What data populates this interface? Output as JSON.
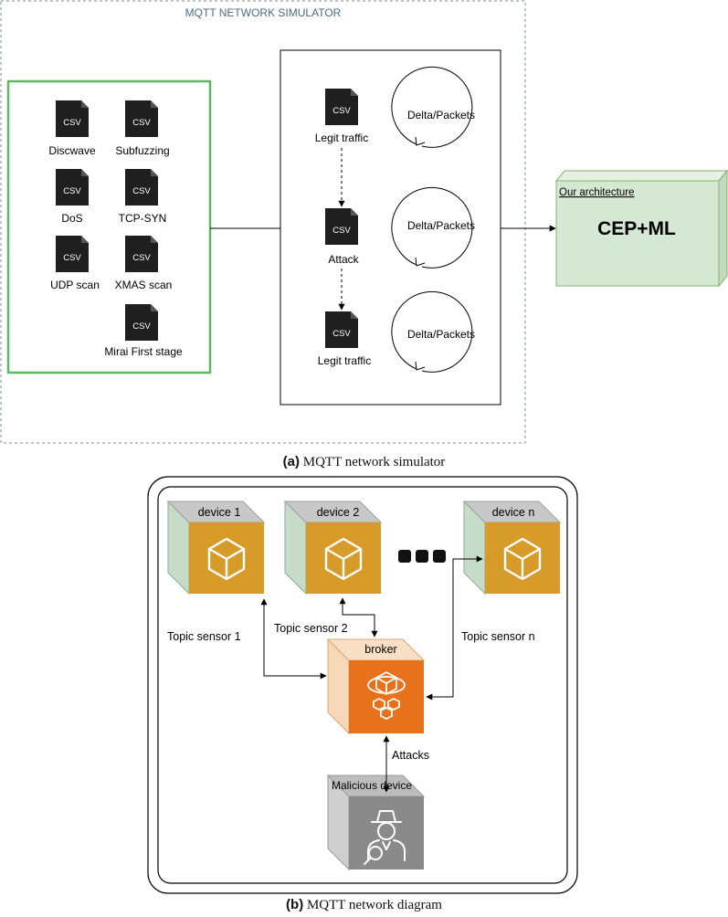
{
  "simulator": {
    "title": "MQTT NETWORK SIMULATOR",
    "file_icon_text": "CSV",
    "datasets": [
      "Discwave",
      "Subfuzzing",
      "DoS",
      "TCP-SYN",
      "UDP scan",
      "XMAS scan",
      "Mirai First stage"
    ],
    "sequence": [
      {
        "label": "Legit traffic",
        "loop": "Delta/Packets"
      },
      {
        "label": "Attack",
        "loop": "Delta/Packets"
      },
      {
        "label": "Legit traffic",
        "loop": "Delta/Packets"
      }
    ],
    "architecture": {
      "header": "Our architecture",
      "label": "CEP+ML"
    }
  },
  "network": {
    "devices": [
      "device 1",
      "device 2",
      "device n"
    ],
    "topics": [
      "Topic sensor 1",
      "Topic sensor 2",
      "Topic sensor n"
    ],
    "broker": "broker",
    "attacks": "Attacks",
    "malicious": "Malicious device"
  },
  "captions": {
    "a_tag": "(a)",
    "a_text": "MQTT network simulator",
    "b_tag": "(b)",
    "b_text": "MQTT network diagram"
  },
  "colors": {
    "green_border": "#5cb85c",
    "arch_fill": "#d5e8d4",
    "device_orange": "#d79b29",
    "broker_orange": "#e8721c",
    "malicious_gray": "#8a8a8a",
    "title_blue": "#4a6a8a"
  }
}
